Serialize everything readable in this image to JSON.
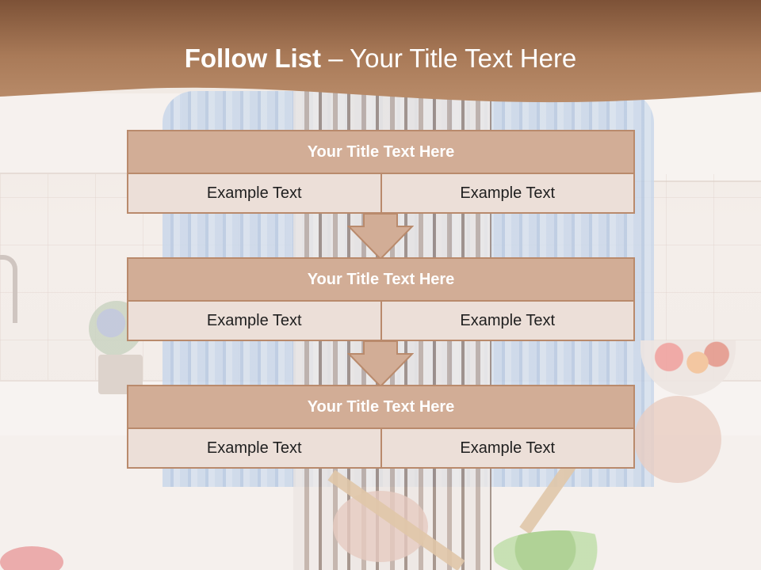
{
  "slide": {
    "title_bold": "Follow List",
    "title_rest": "– Your Title Text Here",
    "colors": {
      "band": "#a97a58",
      "header_fill": "#d2ad96",
      "border": "#b98a6c",
      "cell_fill": "#ecdfd8",
      "header_text": "#ffffff",
      "cell_text": "#1f1f1f"
    },
    "steps": [
      {
        "title": "Your Title Text Here",
        "left": "Example Text",
        "right": "Example Text"
      },
      {
        "title": "Your Title Text Here",
        "left": "Example Text",
        "right": "Example Text"
      },
      {
        "title": "Your Title Text Here",
        "left": "Example Text",
        "right": "Example Text"
      }
    ],
    "connector_icon": "down-arrow-icon",
    "background_image": "kitchen-cook-photo"
  }
}
